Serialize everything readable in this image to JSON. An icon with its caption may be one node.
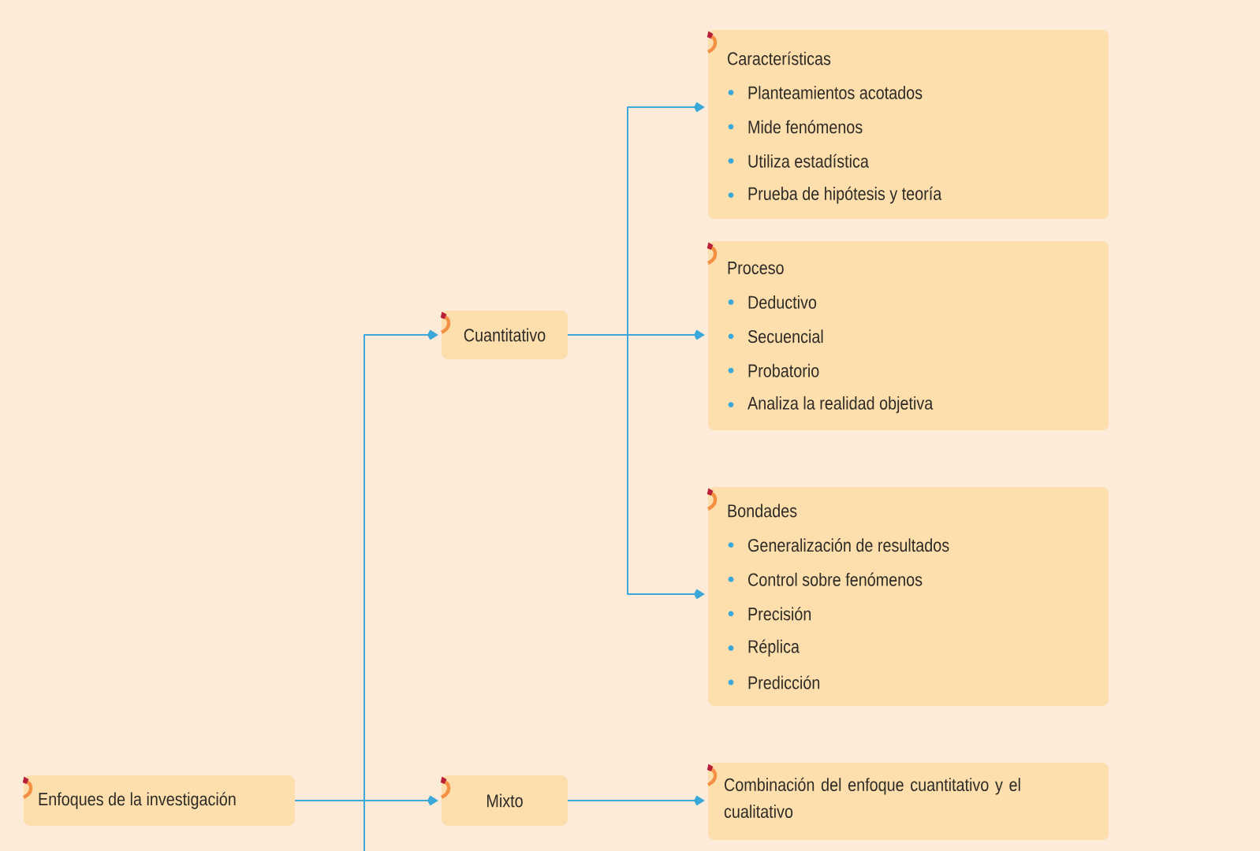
{
  "diagram": {
    "nodes": [
      {
        "text": [
          "Enfoques de la investigación"
        ]
      },
      {
        "text": [
          "Cuantitativo"
        ]
      },
      {
        "text": [
          "Mixto"
        ]
      },
      {
        "text": [
          "Características",
          "Planteamientos acotados",
          "Mide fenómenos",
          "Utiliza estadística",
          "Prueba de hipótesis y teoría"
        ]
      },
      {
        "text": [
          "Proceso",
          "Deductivo",
          "Secuencial",
          "Probatorio",
          "Analiza la realidad objetiva"
        ]
      },
      {
        "text": [
          "Bondades",
          "Generalización de resultados",
          "Control sobre fenómenos",
          "Precisión",
          "Réplica",
          "Predicción"
        ]
      },
      {
        "text": [
          "Combinación del enfoque cuantitativo y el cualitativo"
        ]
      }
    ],
    "edges": [
      {
        "from": 0,
        "to": 1,
        "arrow": "to"
      },
      {
        "from": 0,
        "to": 2,
        "arrow": "to"
      },
      {
        "from": 0,
        "to": null,
        "arrow": "none"
      },
      {
        "from": 1,
        "to": 3,
        "arrow": "to"
      },
      {
        "from": 1,
        "to": 4,
        "arrow": "to"
      },
      {
        "from": 1,
        "to": 5,
        "arrow": "to"
      },
      {
        "from": 2,
        "to": 6,
        "arrow": "to"
      }
    ]
  }
}
